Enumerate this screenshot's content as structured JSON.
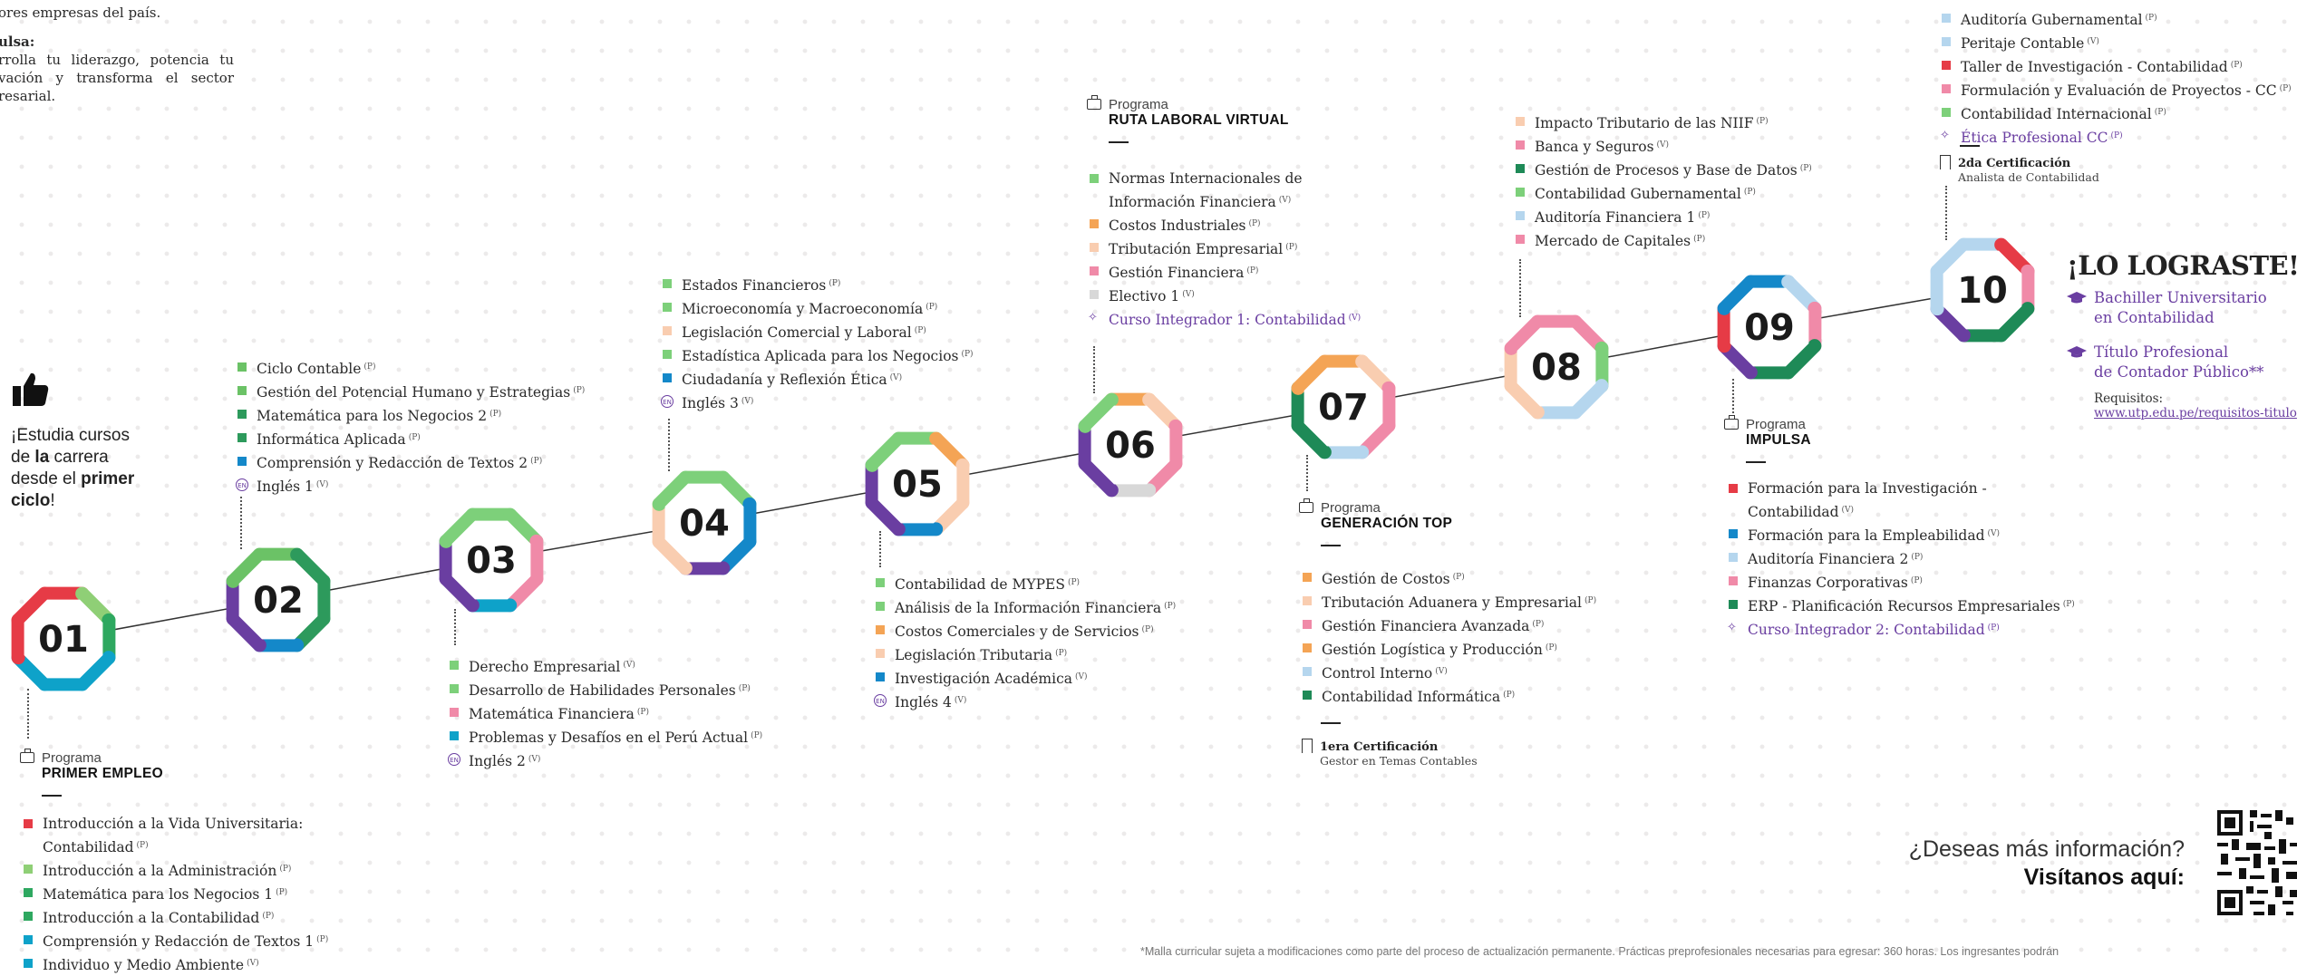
{
  "top_left": {
    "line1": "ores empresas del país.",
    "impulsa_title": "ulsa:",
    "impulsa_text": "rrolla tu liderazgo, potencia tu vación y transforma el sector resarial."
  },
  "study": {
    "icon": "thumbs-up-icon",
    "line1": "¡Estudia cursos",
    "line2_pre": "de ",
    "line2_b": "la",
    "line2_post": " carrera",
    "line3": "desde el ",
    "line3_b": "primer",
    "line4": "ciclo",
    "line4_post": "!"
  },
  "cycles": [
    {
      "n": "01",
      "colors": [
        "#e63b46",
        "#8fcf76",
        "#2ea860",
        "#0ea2c9",
        "#0ea2c9",
        "#0ea2c9",
        "#e63b46",
        "#e63b46"
      ]
    },
    {
      "n": "02",
      "colors": [
        "#6bc266",
        "#2d9a5c",
        "#2d9a5c",
        "#2d9a5c",
        "#1488c9",
        "#6a3ea1",
        "#6a3ea1",
        "#6bc266"
      ]
    },
    {
      "n": "03",
      "colors": [
        "#7dd07a",
        "#7dd07a",
        "#f08aa8",
        "#f08aa8",
        "#0ea2c9",
        "#6a3ea1",
        "#6a3ea1",
        "#7dd07a"
      ]
    },
    {
      "n": "04",
      "colors": [
        "#7dd07a",
        "#7dd07a",
        "#1488c9",
        "#1488c9",
        "#6a3ea1",
        "#f9cdb0",
        "#f9cdb0",
        "#7dd07a"
      ]
    },
    {
      "n": "05",
      "colors": [
        "#7dd07a",
        "#f4a455",
        "#f9cdb0",
        "#f9cdb0",
        "#1488c9",
        "#6a3ea1",
        "#6a3ea1",
        "#7dd07a"
      ]
    },
    {
      "n": "06",
      "colors": [
        "#f4a455",
        "#f9cdb0",
        "#f08aa8",
        "#f08aa8",
        "#d8d8d8",
        "#6a3ea1",
        "#6a3ea1",
        "#7dd07a"
      ]
    },
    {
      "n": "07",
      "colors": [
        "#f4a455",
        "#f9cdb0",
        "#f08aa8",
        "#f08aa8",
        "#b5d6ee",
        "#1e8a57",
        "#1e8a57",
        "#f4a455"
      ]
    },
    {
      "n": "08",
      "colors": [
        "#f08aa8",
        "#f08aa8",
        "#7dd07a",
        "#b5d6ee",
        "#b5d6ee",
        "#f9cdb0",
        "#f9cdb0",
        "#f08aa8"
      ]
    },
    {
      "n": "09",
      "colors": [
        "#1488c9",
        "#b5d6ee",
        "#f08aa8",
        "#1e8a57",
        "#1e8a57",
        "#6a3ea1",
        "#e63b46",
        "#1488c9"
      ]
    },
    {
      "n": "10",
      "colors": [
        "#b5d6ee",
        "#e63b46",
        "#f08aa8",
        "#1e8a57",
        "#1e8a57",
        "#6a3ea1",
        "#b5d6ee",
        "#b5d6ee"
      ]
    }
  ],
  "c1": [
    {
      "t": "Introducción a la Vida Universitaria:",
      "t2": "Contabilidad",
      "s": "(P)",
      "c": "#e63b46"
    },
    {
      "t": "Introducción a la Administración",
      "s": "(P)",
      "c": "#8fcf76"
    },
    {
      "t": "Matemática para los Negocios 1",
      "s": "(P)",
      "c": "#2ea860"
    },
    {
      "t": "Introducción a la Contabilidad",
      "s": "(P)",
      "c": "#2ea860"
    },
    {
      "t": "Comprensión y Redacción de Textos 1",
      "s": "(P)",
      "c": "#0ea2c9"
    },
    {
      "t": "Individuo y Medio Ambiente",
      "s": "(V)",
      "c": "#0ea2c9"
    }
  ],
  "c2": [
    {
      "t": "Ciclo Contable",
      "s": "(P)",
      "c": "#6bc266"
    },
    {
      "t": "Gestión del Potencial Humano y Estrategias",
      "s": "(P)",
      "c": "#6bc266"
    },
    {
      "t": "Matemática para los Negocios 2",
      "s": "(P)",
      "c": "#2d9a5c"
    },
    {
      "t": "Informática Aplicada",
      "s": "(P)",
      "c": "#2d9a5c"
    },
    {
      "t": "Comprensión y Redacción de Textos 2",
      "s": "(P)",
      "c": "#1488c9"
    },
    {
      "t": "Inglés 1",
      "s": "(V)",
      "c": "en"
    }
  ],
  "c3": [
    {
      "t": "Derecho Empresarial",
      "s": "(V)",
      "c": "#7dd07a"
    },
    {
      "t": "Desarrollo de Habilidades Personales",
      "s": "(P)",
      "c": "#7dd07a"
    },
    {
      "t": "Matemática Financiera",
      "s": "(P)",
      "c": "#f08aa8"
    },
    {
      "t": "Problemas y Desafíos en el Perú Actual",
      "s": "(P)",
      "c": "#0ea2c9"
    },
    {
      "t": "Inglés 2",
      "s": "(V)",
      "c": "en"
    }
  ],
  "c4": [
    {
      "t": "Estados Financieros",
      "s": "(P)",
      "c": "#7dd07a"
    },
    {
      "t": "Microeconomía y Macroeconomía",
      "s": "(P)",
      "c": "#7dd07a"
    },
    {
      "t": "Legislación Comercial y Laboral",
      "s": "(P)",
      "c": "#f9cdb0"
    },
    {
      "t": "Estadística Aplicada para los Negocios",
      "s": "(P)",
      "c": "#7dd07a"
    },
    {
      "t": "Ciudadanía y Reflexión Ética",
      "s": "(V)",
      "c": "#1488c9"
    },
    {
      "t": "Inglés 3",
      "s": "(V)",
      "c": "en"
    }
  ],
  "c5": [
    {
      "t": "Contabilidad de MYPES",
      "s": "(P)",
      "c": "#7dd07a"
    },
    {
      "t": "Análisis de la Información Financiera",
      "s": "(P)",
      "c": "#7dd07a"
    },
    {
      "t": "Costos Comerciales y de Servicios",
      "s": "(P)",
      "c": "#f4a455"
    },
    {
      "t": "Legislación Tributaria",
      "s": "(P)",
      "c": "#f9cdb0"
    },
    {
      "t": "Investigación Académica",
      "s": "(V)",
      "c": "#1488c9"
    },
    {
      "t": "Inglés 4",
      "s": "(V)",
      "c": "en"
    }
  ],
  "c6": [
    {
      "t": "Normas Internacionales de",
      "t2": "Información Financiera",
      "s": "(V)",
      "c": "#7dd07a"
    },
    {
      "t": "Costos Industriales",
      "s": "(P)",
      "c": "#f4a455"
    },
    {
      "t": "Tributación Empresarial",
      "s": "(P)",
      "c": "#f9cdb0"
    },
    {
      "t": "Gestión Financiera",
      "s": "(P)",
      "c": "#f08aa8"
    },
    {
      "t": "Electivo 1",
      "s": "(V)",
      "c": "#d8d8d8"
    },
    {
      "t": "Curso Integrador 1: Contabilidad",
      "s": "(V)",
      "c": "special"
    }
  ],
  "c7": [
    {
      "t": "Gestión de Costos",
      "s": "(P)",
      "c": "#f4a455"
    },
    {
      "t": "Tributación Aduanera y Empresarial",
      "s": "(P)",
      "c": "#f9cdb0"
    },
    {
      "t": "Gestión Financiera Avanzada",
      "s": "(P)",
      "c": "#f08aa8"
    },
    {
      "t": "Gestión Logística y Producción",
      "s": "(P)",
      "c": "#f4a455"
    },
    {
      "t": "Control Interno",
      "s": "(V)",
      "c": "#b5d6ee"
    },
    {
      "t": "Contabilidad Informática",
      "s": "(P)",
      "c": "#1e8a57"
    }
  ],
  "c8": [
    {
      "t": "Impacto Tributario de las NIIF",
      "s": "(P)",
      "c": "#f9cdb0"
    },
    {
      "t": "Banca y Seguros",
      "s": "(V)",
      "c": "#f08aa8"
    },
    {
      "t": "Gestión de Procesos y Base de Datos",
      "s": "(P)",
      "c": "#1e8a57"
    },
    {
      "t": "Contabilidad Gubernamental",
      "s": "(P)",
      "c": "#7dd07a"
    },
    {
      "t": "Auditoría Financiera 1",
      "s": "(P)",
      "c": "#b5d6ee"
    },
    {
      "t": "Mercado de Capitales",
      "s": "(P)",
      "c": "#f08aa8"
    }
  ],
  "c9": [
    {
      "t": "Formación para la Investigación -",
      "t2": "Contabilidad",
      "s": "(V)",
      "c": "#e63b46"
    },
    {
      "t": "Formación para la Empleabilidad",
      "s": "(V)",
      "c": "#1488c9"
    },
    {
      "t": "Auditoría Financiera 2",
      "s": "(P)",
      "c": "#b5d6ee"
    },
    {
      "t": "Finanzas Corporativas",
      "s": "(P)",
      "c": "#f08aa8"
    },
    {
      "t": "ERP - Planificación Recursos Empresariales",
      "s": "(P)",
      "c": "#1e8a57"
    },
    {
      "t": "Curso Integrador 2: Contabilidad",
      "s": "(P)",
      "c": "special"
    }
  ],
  "c10": [
    {
      "t": "Auditoría Gubernamental",
      "s": "(P)",
      "c": "#b5d6ee"
    },
    {
      "t": "Peritaje Contable",
      "s": "(V)",
      "c": "#b5d6ee"
    },
    {
      "t": "Taller de Investigación - Contabilidad",
      "s": "(P)",
      "c": "#e63b46"
    },
    {
      "t": "Formulación y Evaluación de Proyectos - CC",
      "s": "(P)",
      "c": "#f08aa8"
    },
    {
      "t": "Contabilidad Internacional",
      "s": "(P)",
      "c": "#7dd07a"
    },
    {
      "t": "Ética Profesional CC",
      "s": "(P)",
      "c": "special"
    }
  ],
  "programs": {
    "label": "Programa",
    "primer": "PRIMER EMPLEO",
    "ruta": "RUTA LABORAL VIRTUAL",
    "gen": "GENERACIÓN TOP",
    "impulsa": "IMPULSA"
  },
  "cert1": {
    "t": "1era Certificación",
    "s": "Gestor en Temas Contables"
  },
  "cert2": {
    "t": "2da Certificación",
    "s": "Analista de Contabilidad"
  },
  "final": {
    "title": "¡LO LOGRASTE!",
    "d1a": "Bachiller Universitario",
    "d1b": "en Contabilidad",
    "d2a": "Título Profesional",
    "d2b": "de Contador Público**",
    "req": "Requisitos:",
    "link": "www.utp.edu.pe/requisitos-titulo",
    "accent": "#6a3ea1"
  },
  "info": {
    "q": "¿Deseas más información?",
    "a": "Visítanos aquí:"
  },
  "footnote": "*Malla curricular sujeta a modificaciones como parte del proceso de actualización permanente. Prácticas preprofesionales necesarias para egresar: 360 horas. Los ingresantes podrán"
}
